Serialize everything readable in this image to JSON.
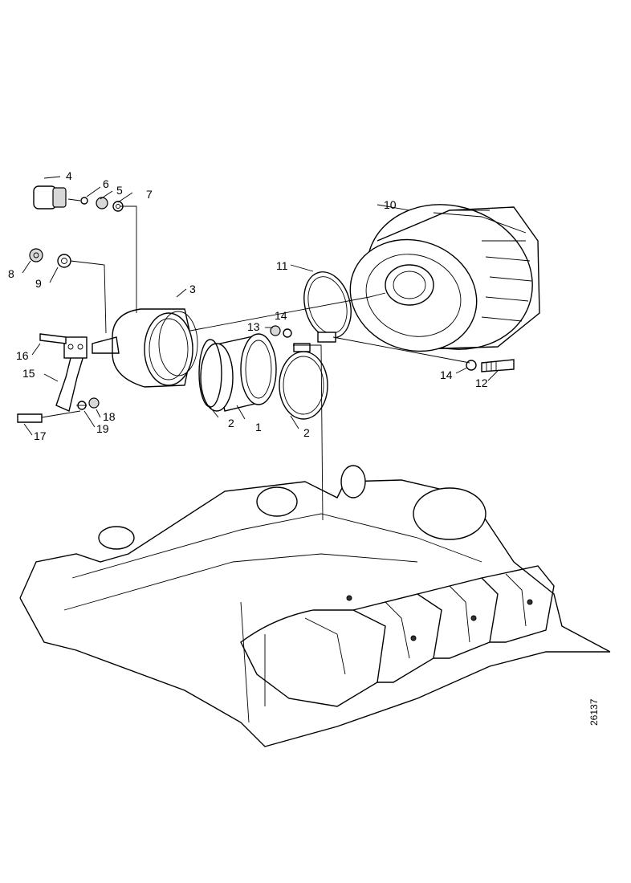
{
  "diagram": {
    "reference_number": "26137",
    "callouts": [
      {
        "id": "c1",
        "text": "1"
      },
      {
        "id": "c2a",
        "text": "2"
      },
      {
        "id": "c2b",
        "text": "2"
      },
      {
        "id": "c3",
        "text": "3"
      },
      {
        "id": "c4",
        "text": "4"
      },
      {
        "id": "c5",
        "text": "5"
      },
      {
        "id": "c6",
        "text": "6"
      },
      {
        "id": "c7",
        "text": "7"
      },
      {
        "id": "c8",
        "text": "8"
      },
      {
        "id": "c9",
        "text": "9"
      },
      {
        "id": "c10",
        "text": "10"
      },
      {
        "id": "c11",
        "text": "11"
      },
      {
        "id": "c12",
        "text": "12"
      },
      {
        "id": "c13",
        "text": "13"
      },
      {
        "id": "c14a",
        "text": "14"
      },
      {
        "id": "c14b",
        "text": "14"
      },
      {
        "id": "c15",
        "text": "15"
      },
      {
        "id": "c16",
        "text": "16"
      },
      {
        "id": "c17",
        "text": "17"
      },
      {
        "id": "c18",
        "text": "18"
      },
      {
        "id": "c19",
        "text": "19"
      }
    ]
  }
}
